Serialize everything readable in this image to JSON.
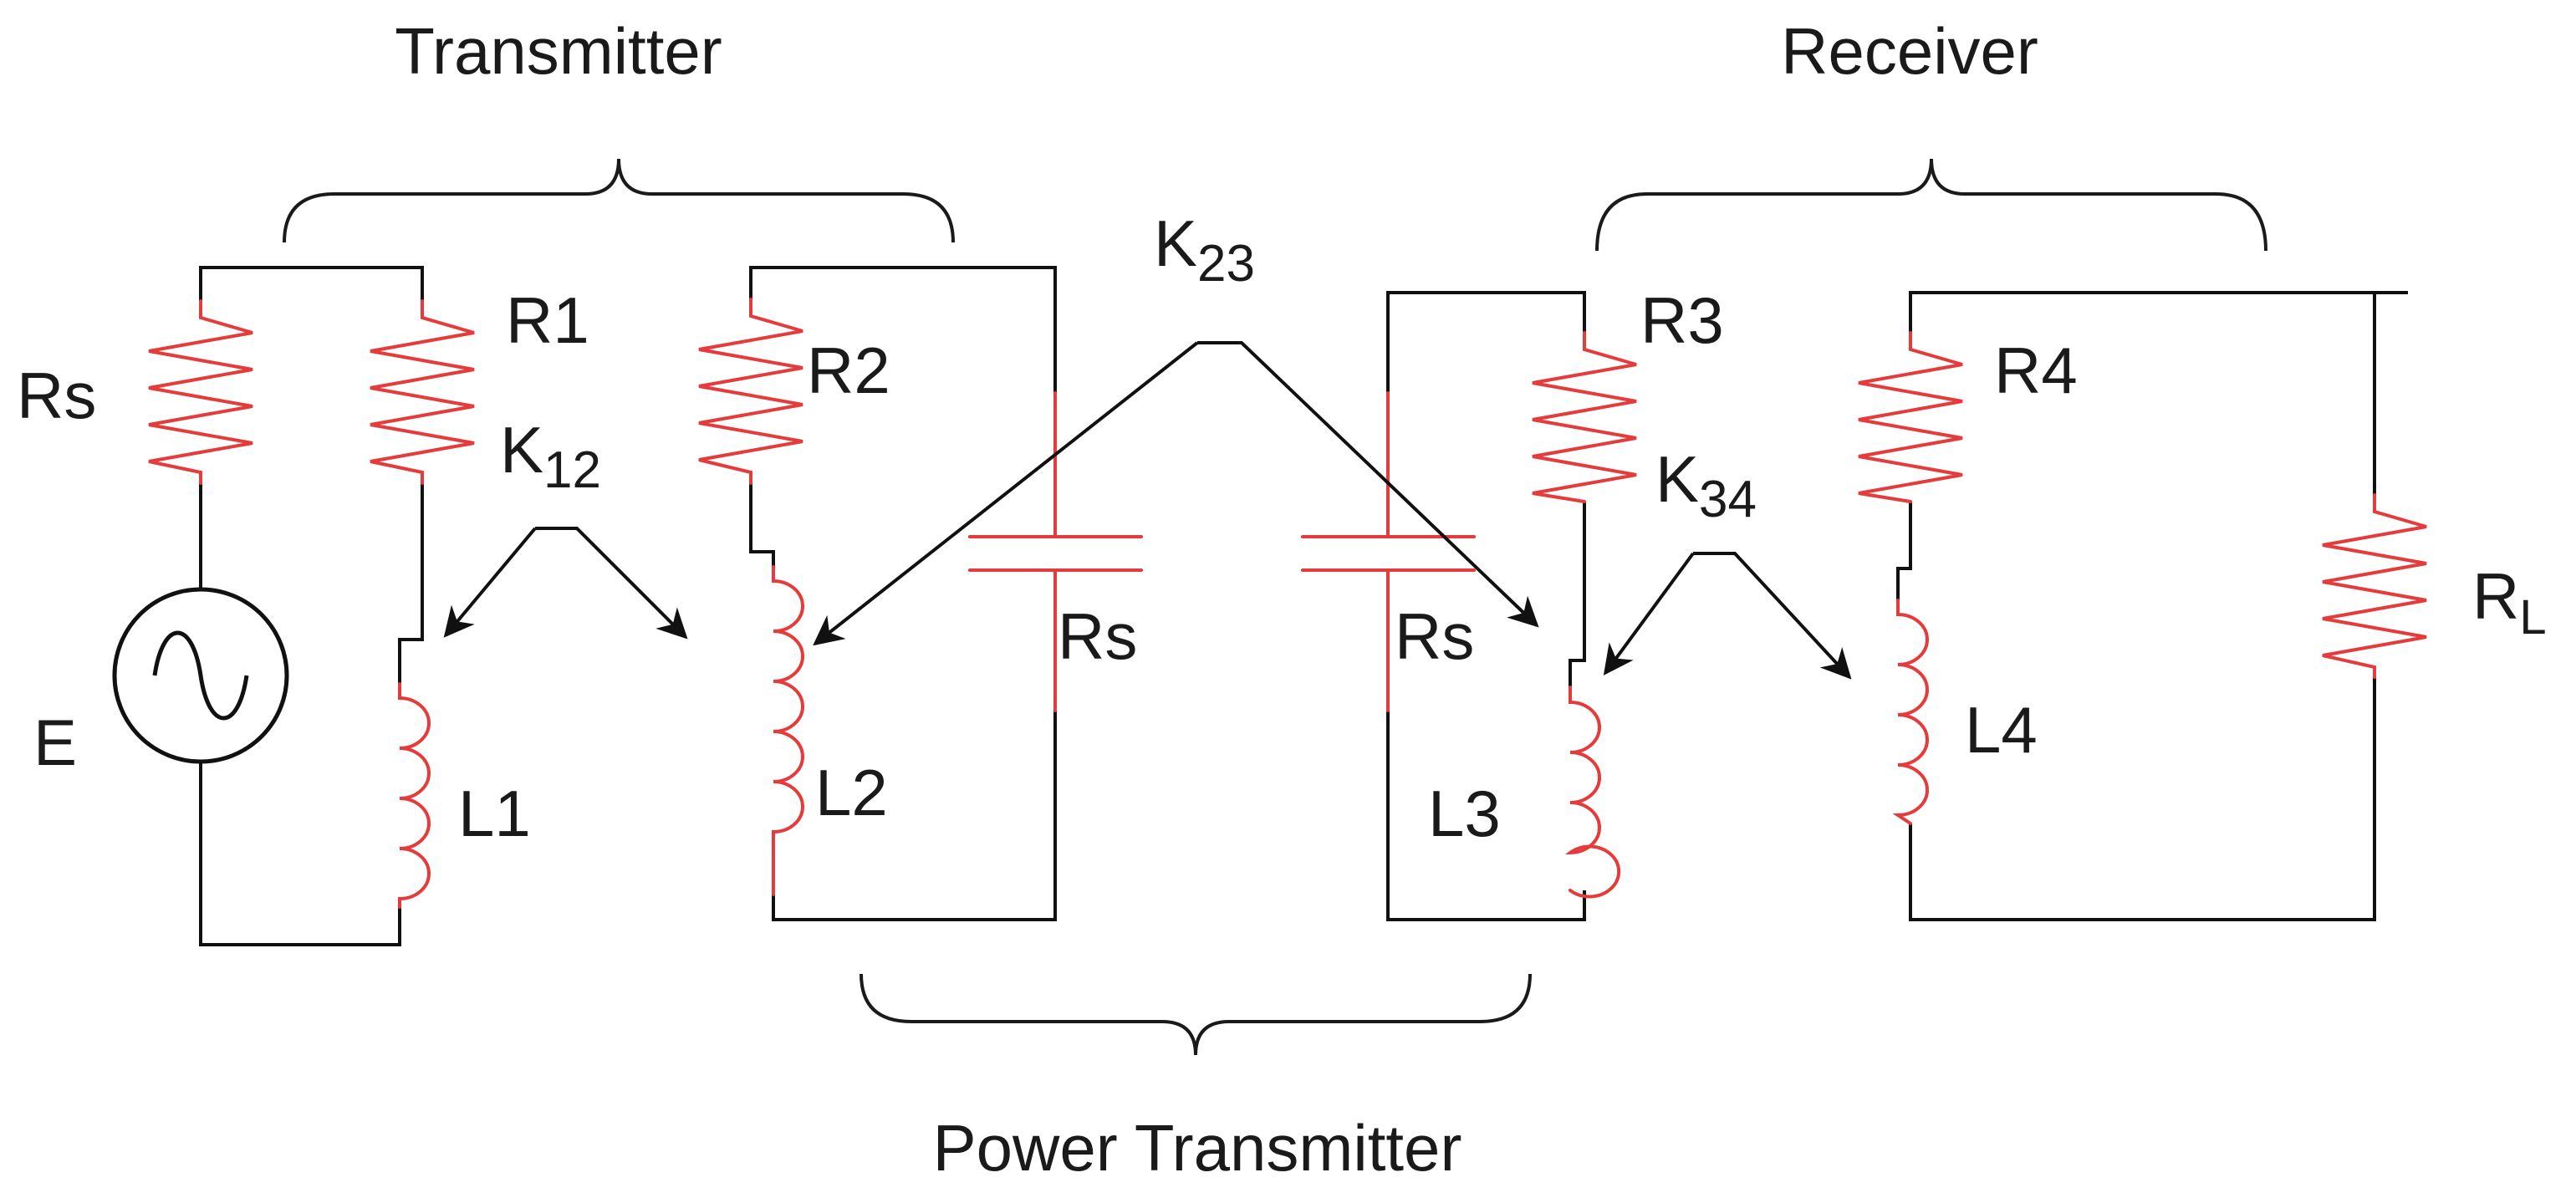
{
  "groups": {
    "transmitter": "Transmitter",
    "receiver": "Receiver",
    "power_transmitter": "Power Transmitter"
  },
  "components": {
    "rs_source": "Rs",
    "source": "E",
    "r1": "R1",
    "l1": "L1",
    "r2": "R2",
    "l2": "L2",
    "c2_label": "Rs",
    "c3_label": "Rs",
    "r3": "R3",
    "l3": "L3",
    "r4": "R4",
    "l4": "L4",
    "rl_main": "R",
    "rl_sub": "L"
  },
  "couplings": {
    "k12_main": "K",
    "k12_sub": "12",
    "k23_main": "K",
    "k23_sub": "23",
    "k34_main": "K",
    "k34_sub": "34"
  },
  "colors": {
    "wire": "#111111",
    "component": "#e53b3b",
    "text": "#1a1a1a"
  }
}
